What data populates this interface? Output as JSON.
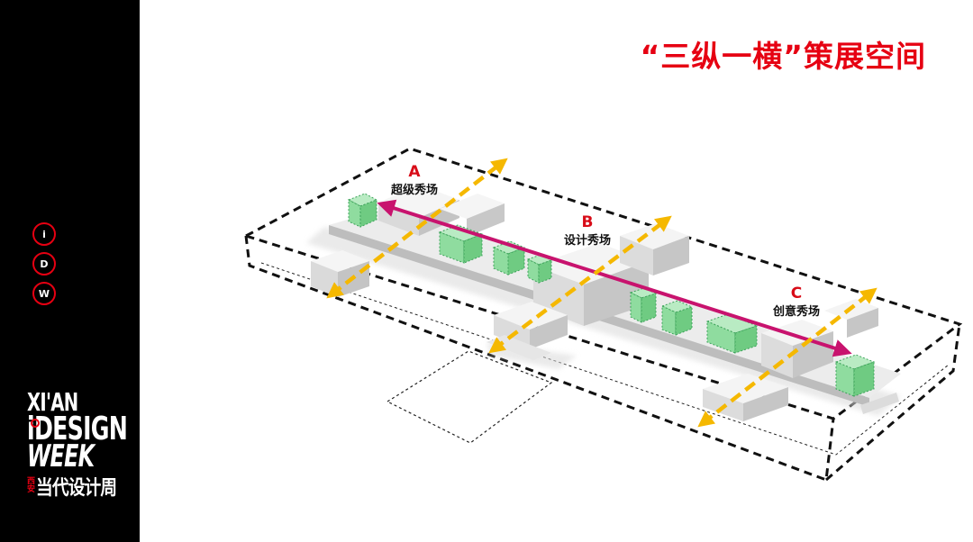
{
  "title": "“三纵一横”策展空间",
  "nav": [
    "i",
    "D",
    "W"
  ],
  "logo": {
    "line1": "XI'AN",
    "line2": "iDESIGN",
    "line3": "WEEK",
    "city_cn": "西安",
    "name_cn": "当代设计周"
  },
  "zones": [
    {
      "letter": "A",
      "name": "超级秀场"
    },
    {
      "letter": "B",
      "name": "设计秀场"
    },
    {
      "letter": "C",
      "name": "创意秀场"
    }
  ],
  "colors": {
    "accent_red": "#e60012",
    "axis_magenta": "#c8136e",
    "arrow_yellow": "#f5b800",
    "block_green": "#7dd38f",
    "block_white": "#f2f2f2"
  }
}
